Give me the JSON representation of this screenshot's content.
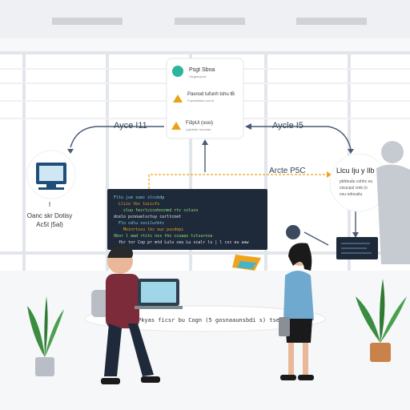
{
  "flow_cards": [
    {
      "title": "Psgt Sbna",
      "sub": "Hlcgsbopnd",
      "icon": "check-circle-icon",
      "color": "#2bb59a"
    },
    {
      "title": "Pasnod tufunh tshu tB",
      "sub": "Fupnadbtus ccenb",
      "icon": "user-icon",
      "color": "#e8a317"
    },
    {
      "title": "Fi3pUi (oosi)",
      "sub": "Lpjnbdnr isccurau",
      "icon": "user-icon",
      "color": "#e8a317"
    }
  ],
  "arrows": {
    "left_label": "Ayce I11",
    "right_label": "Aycle I5",
    "middle_label": "Arcte P5C"
  },
  "left_device": {
    "caption_line1": "I",
    "caption_line2": "Oanc skr Dotisy",
    "caption_line3": "Ac5t |5al)"
  },
  "right_note": {
    "title": "Llcu Iju y Ilb",
    "lines": [
      "pbhbudu cohhc eu",
      "ctcucpol cmk (o",
      "ceu ndocaitu"
    ]
  },
  "code_lines": [
    "Fltu jue suec slccbdp",
    "Lliio tbc tuiicfs",
    "sluu fesrlcicohocnmd rtc csluco",
    "dcelo pcnnuelsctuy curltcnet",
    "Flo cdlu sscilurbtc",
    "Moinrtscu lkc ouc pucdopi",
    "Oknr l ewd rtitc nss thx ccuaas tctsurnse",
    "fkr tor Cop pr mtd  Lulo ceu Lu scalr ls | l csc eu aaw"
  ],
  "table_text": "Pkyas ficsr bu Cogn (5 gosnaaunsbdi s)   tse rlc",
  "colors": {
    "accent_blue": "#1f4e79",
    "accent_orange": "#f0a31c",
    "code_bg": "#1e2a3a",
    "plant_green": "#3b8c3f",
    "pot": "#c9824a"
  }
}
